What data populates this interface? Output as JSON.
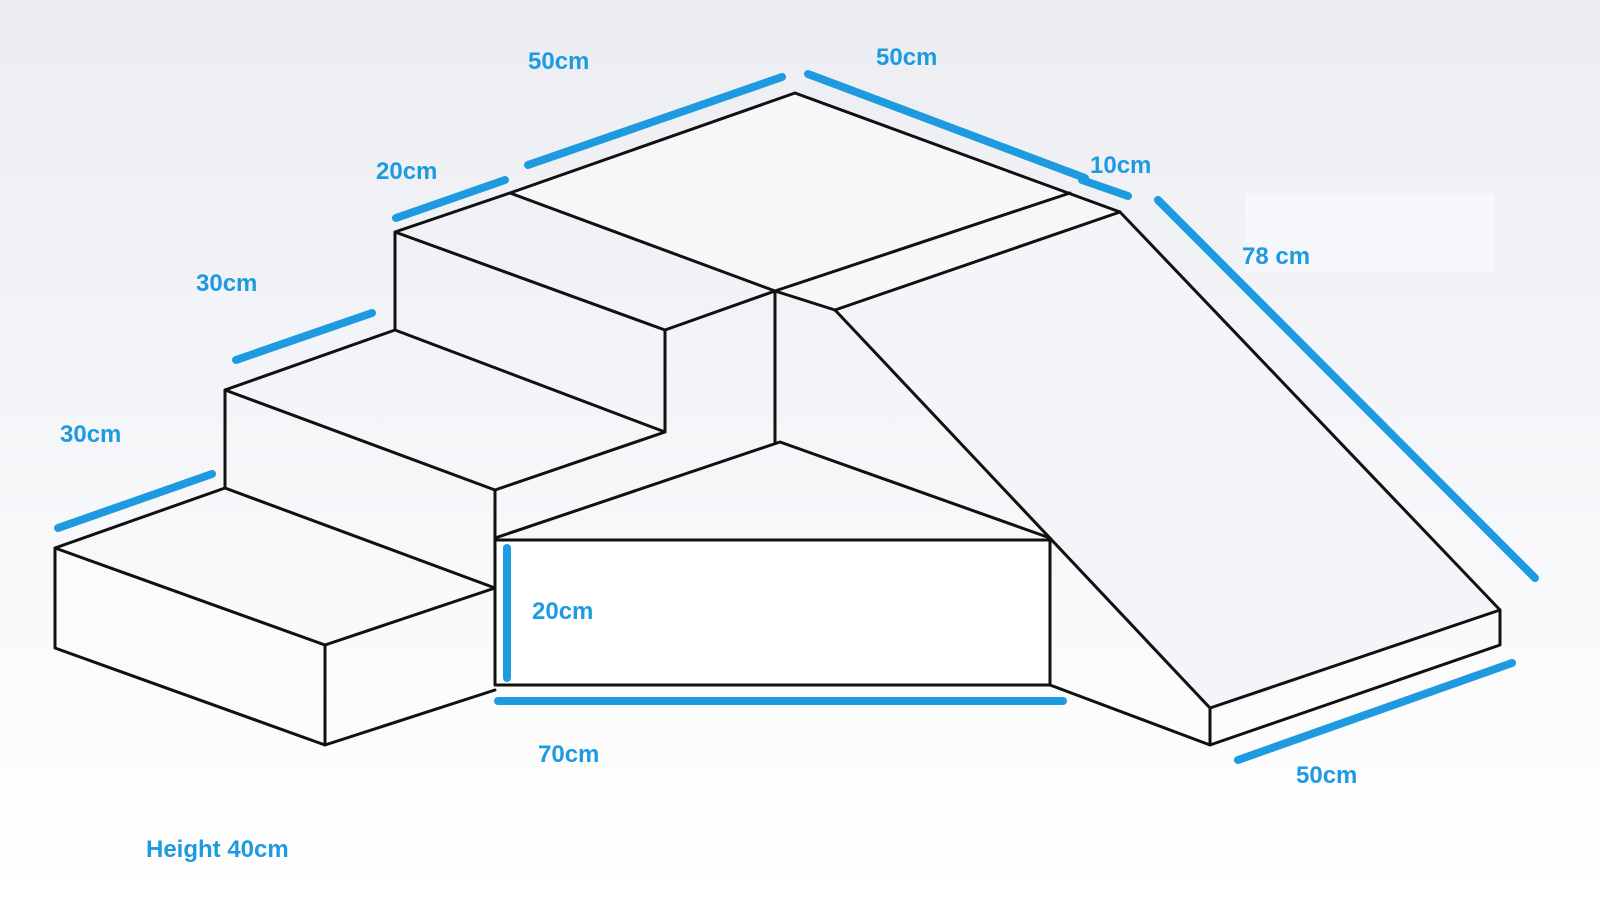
{
  "colors": {
    "dimension": "#1e9be0",
    "outline": "#111111",
    "background_top": "#ecedf2",
    "background_bottom": "#ffffff"
  },
  "dimensions": {
    "top_left": "50cm",
    "top_right": "50cm",
    "step_top": "20cm",
    "step_middle": "30cm",
    "step_bottom": "30cm",
    "corner": "10cm",
    "slide_length": "78 cm",
    "front_height": "20cm",
    "front_width": "70cm",
    "slide_base": "50cm"
  },
  "note": "Height 40cm"
}
